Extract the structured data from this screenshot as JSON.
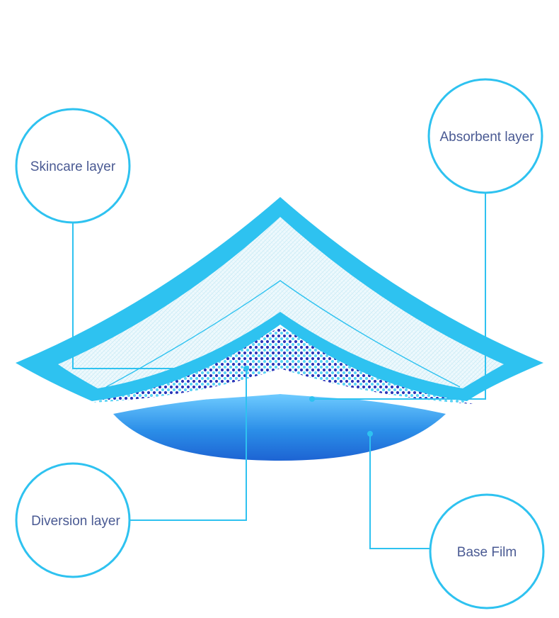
{
  "diagram": {
    "labels": {
      "skincare": "Skincare layer",
      "absorbent": "Absorbent layer",
      "diversion": "Diversion layer",
      "base_film": "Base Film"
    },
    "colors": {
      "outline_blue": "#2ec2f0",
      "inner_fill": "#eef9fd",
      "mesh_line": "#c9ebf6",
      "dot_dark": "#2a36b8",
      "dot_light": "#5ad3f5",
      "base_film_top": "#6ecbff",
      "base_film_bottom": "#1d64d3",
      "label_text": "#4a5a93"
    }
  }
}
